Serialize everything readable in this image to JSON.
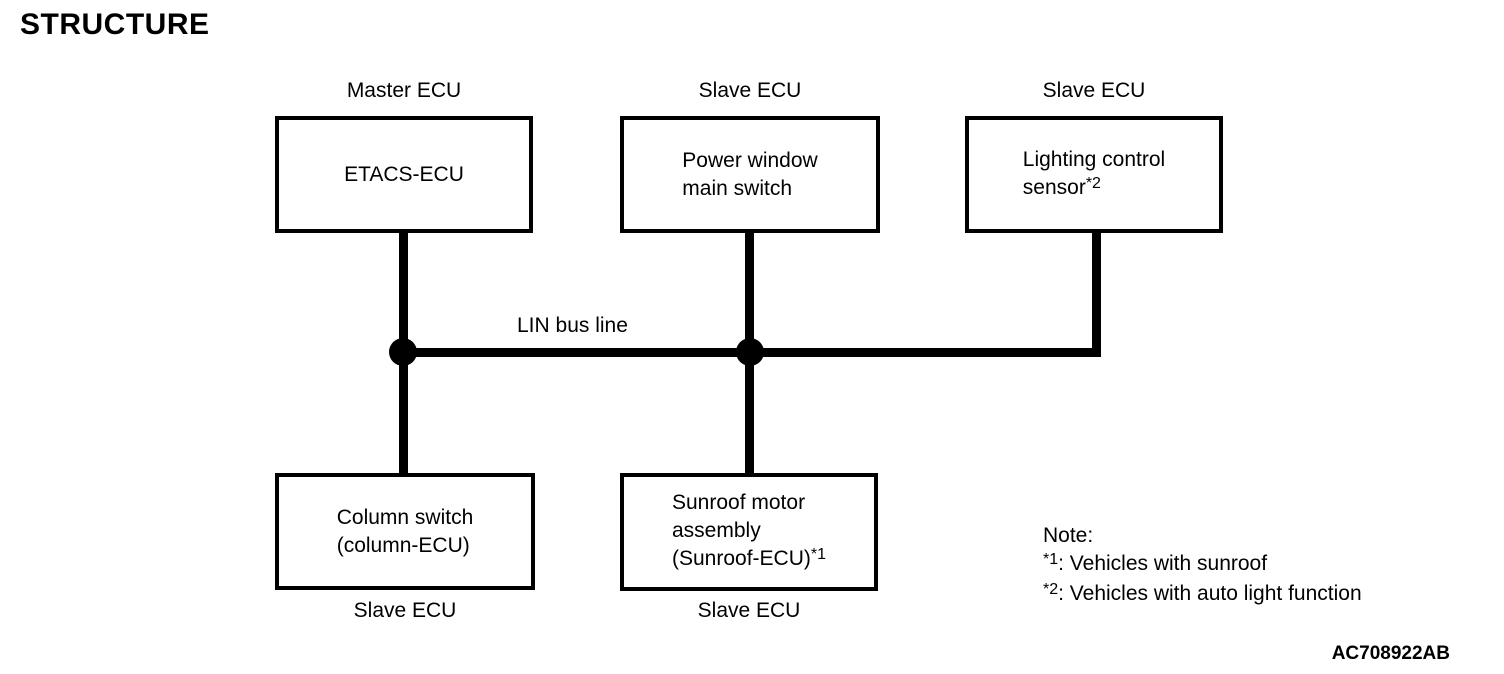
{
  "page": {
    "title": "STRUCTURE",
    "figure_code": "AC708922AB"
  },
  "bus": {
    "label": "LIN bus line"
  },
  "nodes": [
    {
      "id": "etacs-ecu",
      "role": "Master ECU",
      "role_position": "above",
      "lines": [
        {
          "text": "ETACS-ECU"
        }
      ]
    },
    {
      "id": "power-window-main-switch",
      "role": "Slave ECU",
      "role_position": "above",
      "lines": [
        {
          "text": "Power window"
        },
        {
          "text": "main switch"
        }
      ]
    },
    {
      "id": "lighting-control-sensor",
      "role": "Slave ECU",
      "role_position": "above",
      "lines": [
        {
          "text": "Lighting control"
        },
        {
          "text": "sensor",
          "sup": "*2"
        }
      ]
    },
    {
      "id": "column-switch",
      "role": "Slave ECU",
      "role_position": "below",
      "lines": [
        {
          "text": "Column switch"
        },
        {
          "text": "(column-ECU)"
        }
      ]
    },
    {
      "id": "sunroof-motor-assembly",
      "role": "Slave ECU",
      "role_position": "below",
      "lines": [
        {
          "text": "Sunroof motor"
        },
        {
          "text": "assembly"
        },
        {
          "text": "(Sunroof-ECU)",
          "sup": "*1"
        }
      ]
    }
  ],
  "note": {
    "heading": "Note:",
    "items": [
      {
        "ref": "*1",
        "text": ": Vehicles with sunroof"
      },
      {
        "ref": "*2",
        "text": ": Vehicles with auto light function"
      }
    ]
  }
}
